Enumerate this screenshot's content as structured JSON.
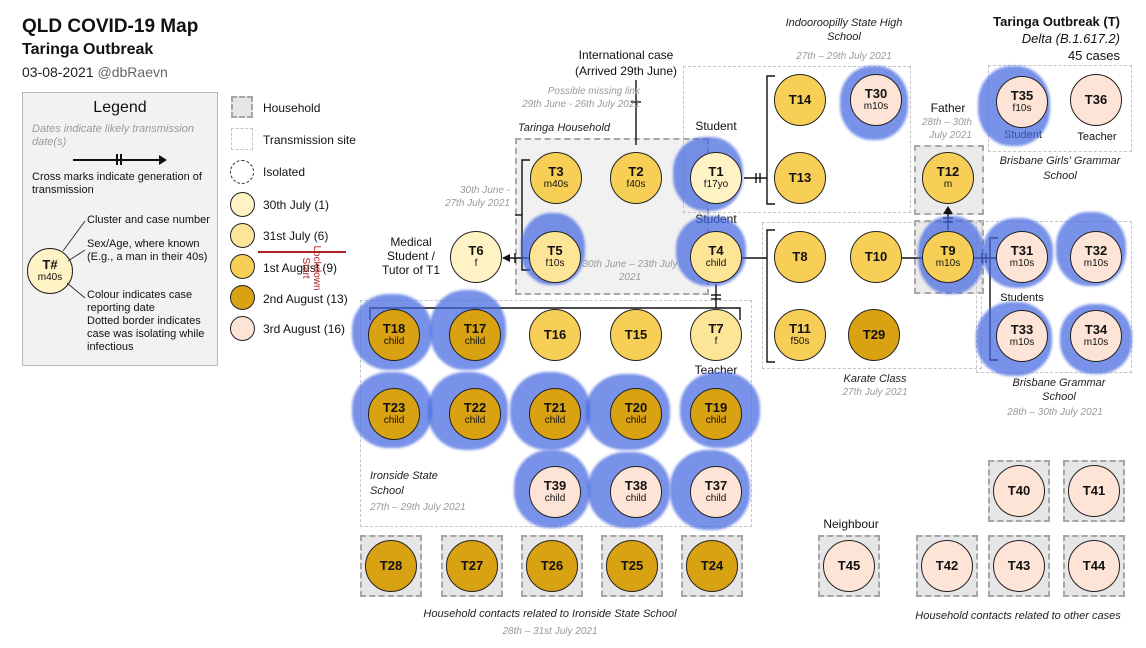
{
  "header": {
    "title": "QLD COVID-19 Map",
    "subtitle": "Taringa Outbreak",
    "date": "03-08-2021",
    "author": "@dbRaevn"
  },
  "top_right": {
    "title": "Taringa Outbreak (T)",
    "variant": "Delta (B.1.617.2)",
    "cases": "45 cases"
  },
  "colors": {
    "jul30": "#fff2c4",
    "jul31": "#fde597",
    "aug1": "#f8cf56",
    "aug2": "#d9a213",
    "aug3": "#fde4d6",
    "highlight": "#4466e0"
  },
  "legend": {
    "title": "Legend",
    "dates_note": "Dates indicate likely transmission date(s)",
    "cross_note": "Cross marks indicate generation of transmission",
    "node_id": "T#",
    "node_demo": "m40s",
    "cluster_note": "Cluster and case number",
    "sexage_note": "Sex/Age, where known (E.g., a man in their 40s)",
    "colour_note": "Colour indicates case reporting date",
    "dotted_note": "Dotted border indicates case was isolating while infectious",
    "household": "Household",
    "transmission_site": "Transmission site",
    "isolated": "Isolated",
    "d30": "30th July (1)",
    "d31": "31st July (6)",
    "d1": "1st August (9)",
    "d2": "2nd August (13)",
    "d3": "3rd August (16)",
    "lockdown": "Lockdown Start"
  },
  "annotations": {
    "international": "International case",
    "arrived": "(Arrived 29th June)",
    "missing_link": "Possible missing link",
    "missing_dates": "29th June - 26th July 2021",
    "taringa_household": "Taringa Household",
    "taringa_dates": "30th June – 23th July 2021",
    "student_t1": "Student",
    "student_t4": "Student",
    "indoor_title": "Indooroopilly State High School",
    "indoor_dates": "27th – 29th July 2021",
    "t6_dates": "30th June - 27th July 2021",
    "medical": "Medical Student / Tutor of T1",
    "father": "Father",
    "father_dates": "28th – 30th July 2021",
    "bggs_student": "Student",
    "bggs_teacher": "Teacher",
    "bggs_title": "Brisbane Girls' Grammar School",
    "students": "Students",
    "bgs_title": "Brisbane Grammar School",
    "bgs_dates": "28th – 30th July 2021",
    "karate_title": "Karate Class",
    "karate_date": "27th July 2021",
    "teacher_t7": "Teacher",
    "ironside_title": "Ironside State School",
    "ironside_dates": "27th – 29th July 2021",
    "neighbour": "Neighbour",
    "hh_ironside": "Household contacts related to Ironside State School",
    "hh_ironside_dates": "28th – 31st July 2021",
    "hh_other": "Household contacts related to other cases"
  },
  "cases": {
    "T1": {
      "id": "T1",
      "demo": "f17yo"
    },
    "T2": {
      "id": "T2",
      "demo": "f40s"
    },
    "T3": {
      "id": "T3",
      "demo": "m40s"
    },
    "T4": {
      "id": "T4",
      "demo": "child"
    },
    "T5": {
      "id": "T5",
      "demo": "f10s"
    },
    "T6": {
      "id": "T6",
      "demo": "f"
    },
    "T7": {
      "id": "T7",
      "demo": "f"
    },
    "T8": {
      "id": "T8",
      "demo": ""
    },
    "T9": {
      "id": "T9",
      "demo": "m10s"
    },
    "T10": {
      "id": "T10",
      "demo": ""
    },
    "T11": {
      "id": "T11",
      "demo": "f50s"
    },
    "T12": {
      "id": "T12",
      "demo": "m"
    },
    "T13": {
      "id": "T13",
      "demo": ""
    },
    "T14": {
      "id": "T14",
      "demo": ""
    },
    "T15": {
      "id": "T15",
      "demo": ""
    },
    "T16": {
      "id": "T16",
      "demo": ""
    },
    "T17": {
      "id": "T17",
      "demo": "child"
    },
    "T18": {
      "id": "T18",
      "demo": "child"
    },
    "T19": {
      "id": "T19",
      "demo": "child"
    },
    "T20": {
      "id": "T20",
      "demo": "child"
    },
    "T21": {
      "id": "T21",
      "demo": "child"
    },
    "T22": {
      "id": "T22",
      "demo": "child"
    },
    "T23": {
      "id": "T23",
      "demo": "child"
    },
    "T24": {
      "id": "T24",
      "demo": ""
    },
    "T25": {
      "id": "T25",
      "demo": ""
    },
    "T26": {
      "id": "T26",
      "demo": ""
    },
    "T27": {
      "id": "T27",
      "demo": ""
    },
    "T28": {
      "id": "T28",
      "demo": ""
    },
    "T29": {
      "id": "T29",
      "demo": ""
    },
    "T30": {
      "id": "T30",
      "demo": "m10s"
    },
    "T31": {
      "id": "T31",
      "demo": "m10s"
    },
    "T32": {
      "id": "T32",
      "demo": "m10s"
    },
    "T33": {
      "id": "T33",
      "demo": "m10s"
    },
    "T34": {
      "id": "T34",
      "demo": "m10s"
    },
    "T35": {
      "id": "T35",
      "demo": "f10s"
    },
    "T36": {
      "id": "T36",
      "demo": ""
    },
    "T37": {
      "id": "T37",
      "demo": "child"
    },
    "T38": {
      "id": "T38",
      "demo": "child"
    },
    "T39": {
      "id": "T39",
      "demo": "child"
    },
    "T40": {
      "id": "T40",
      "demo": ""
    },
    "T41": {
      "id": "T41",
      "demo": ""
    },
    "T42": {
      "id": "T42",
      "demo": ""
    },
    "T43": {
      "id": "T43",
      "demo": ""
    },
    "T44": {
      "id": "T44",
      "demo": ""
    },
    "T45": {
      "id": "T45",
      "demo": ""
    }
  }
}
